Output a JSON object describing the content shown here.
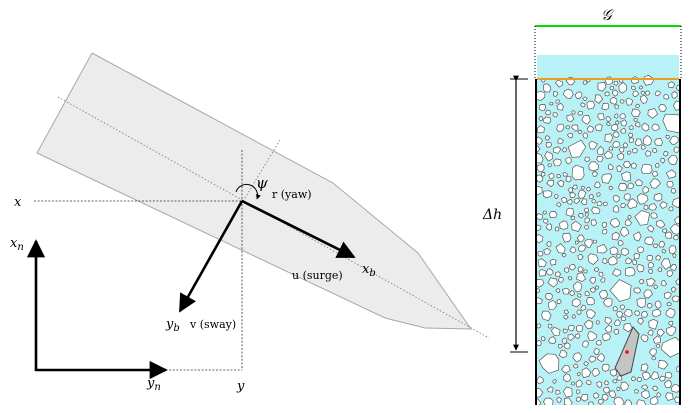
{
  "diagram": {
    "heading_angle_label": "ψ",
    "yaw_label": "r (yaw)",
    "surge_label": "u (surge)",
    "sway_label": "v (sway)",
    "body_x_axis": "x",
    "body_x_sub": "b",
    "body_y_axis": "y",
    "body_y_sub": "b",
    "nav_x_axis": "x",
    "nav_x_sub": "n",
    "nav_y_axis": "y",
    "nav_y_sub": "n",
    "proj_x_label": "x",
    "proj_y_label": "y"
  },
  "ice_field": {
    "width_label": "𝒢",
    "height_label": "Δh",
    "colors": {
      "water": "#b8f2f6",
      "goal_line": "#00e000",
      "boundary_line": "#e8a020",
      "floe_fill": "#ffffff",
      "floe_stroke": "#555555",
      "ship_marker": "#ff0000"
    }
  },
  "colors": {
    "hull_fill": "#ececec",
    "hull_stroke": "#a8a8a8",
    "arrow": "#000000"
  }
}
